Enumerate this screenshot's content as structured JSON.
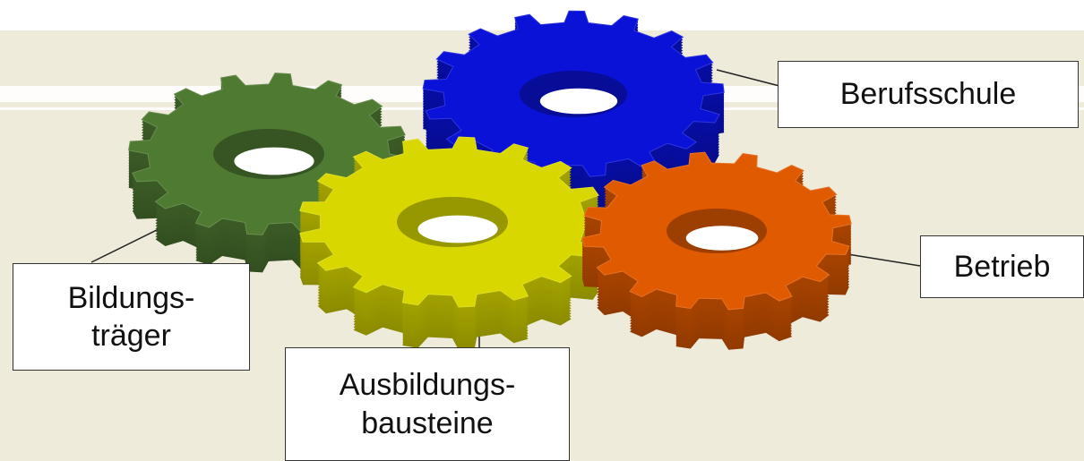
{
  "colors": {
    "background": "#EEEBDB",
    "gear_green": "#4F7A32",
    "gear_blue": "#0A12D8",
    "gear_yellow": "#D8D800",
    "gear_orange": "#E05A00",
    "label_border": "#333333"
  },
  "gears": [
    {
      "name": "blue-gear",
      "color": "#0A12D8"
    },
    {
      "name": "green-gear",
      "color": "#4F7A32"
    },
    {
      "name": "yellow-gear",
      "color": "#D8D800"
    },
    {
      "name": "orange-gear",
      "color": "#E05A00"
    }
  ],
  "labels": {
    "berufsschule": {
      "lines": [
        "Berufsschule"
      ]
    },
    "betrieb": {
      "lines": [
        "Betrieb"
      ]
    },
    "bildungstraeger": {
      "lines": [
        "Bildungs-",
        "träger"
      ]
    },
    "ausbildungsbausteine": {
      "lines": [
        "Ausbildungs-",
        "bausteine"
      ]
    }
  }
}
